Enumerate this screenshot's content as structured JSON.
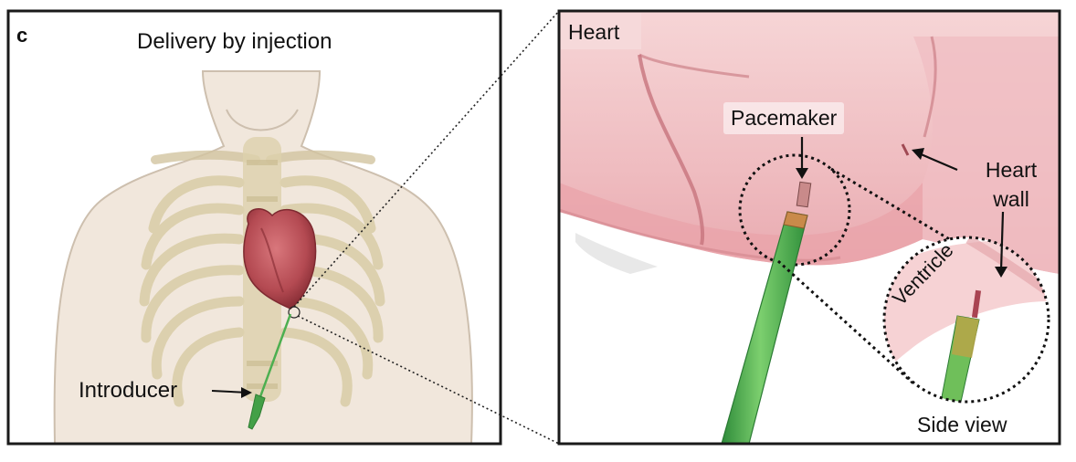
{
  "panel": {
    "letter": "c",
    "title": "Delivery by injection"
  },
  "labels": {
    "introducer": "Introducer",
    "heart": "Heart",
    "pacemaker": "Pacemaker",
    "heart_wall_line1": "Heart",
    "heart_wall_line2": "wall",
    "ventricle": "Ventricle",
    "side_view": "Side view"
  },
  "colors": {
    "frame": "#1a1a1a",
    "body_skin": "#f1e7dc",
    "ribs": "#d9cda6",
    "heart_tissue": "#f2c7cb",
    "heart_red": "#b8484f",
    "introducer_green": "#4caf50",
    "pacemaker_tip": "#c98a4a"
  }
}
